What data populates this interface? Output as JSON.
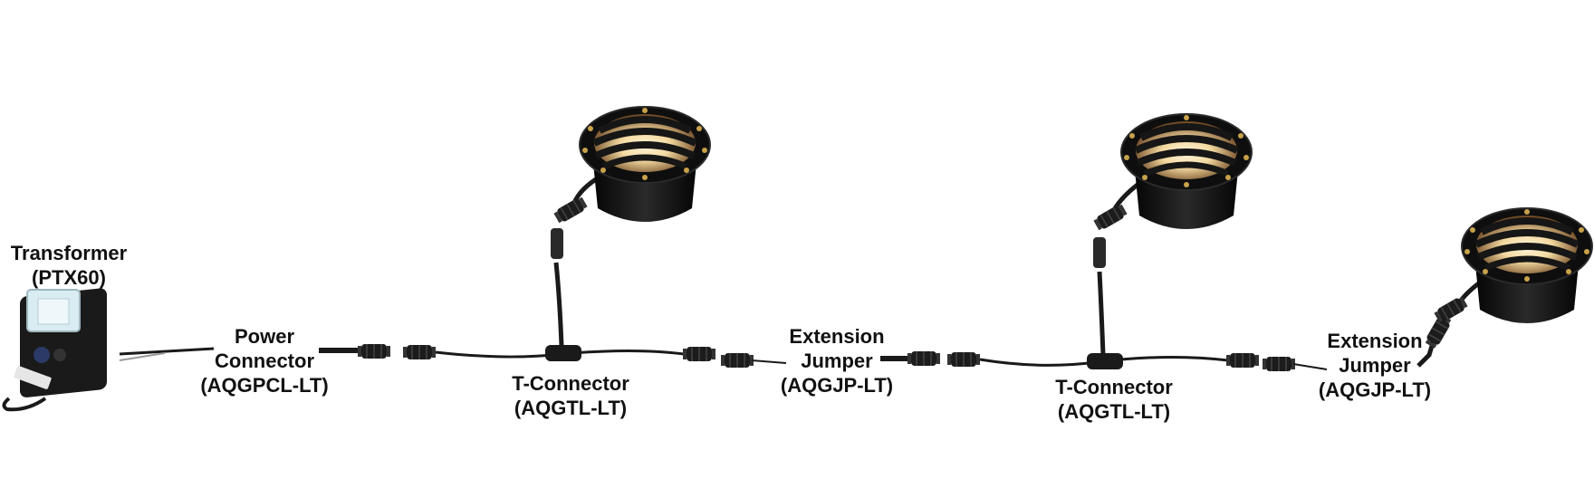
{
  "colors": {
    "background": "#ffffff",
    "cable": "#1a1a1a",
    "fixture_body": "#0e0e0e",
    "lamp_glow": "#f3d9a0",
    "screw": "#c8a24a",
    "transformer_cover": "#d9ecf2"
  },
  "components": {
    "transformer": {
      "line1": "Transformer",
      "line2": "(PTX60)"
    },
    "power_connector": {
      "line1": "Power",
      "line2": "Connector",
      "line3": "(AQGPCL-LT)"
    },
    "t_connector_1": {
      "line1": "T-Connector",
      "line2": "(AQGTL-LT)"
    },
    "extension_jumper_1": {
      "line1": "Extension",
      "line2": "Jumper",
      "line3": "(AQGJP-LT)"
    },
    "t_connector_2": {
      "line1": "T-Connector",
      "line2": "(AQGTL-LT)"
    },
    "extension_jumper_2": {
      "line1": "Extension",
      "line2": "Jumper",
      "line3": "(AQGJP-LT)"
    }
  },
  "fixtures": [
    {
      "icon": "well-light-fixture-icon"
    },
    {
      "icon": "well-light-fixture-icon"
    },
    {
      "icon": "well-light-fixture-icon"
    }
  ]
}
